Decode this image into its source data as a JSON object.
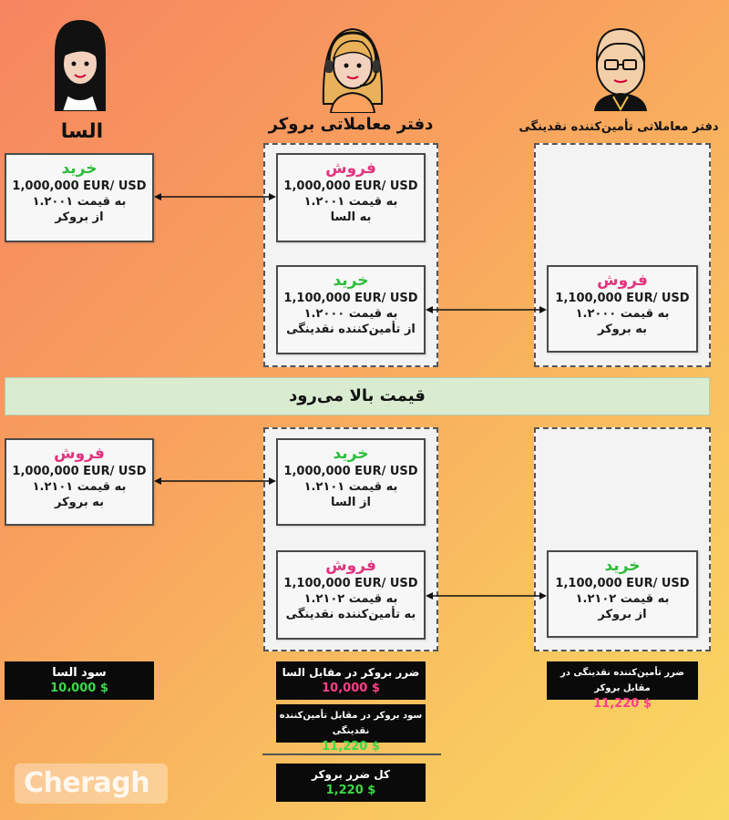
{
  "titles": {
    "elsa": "السا",
    "broker": "دفتر معاملاتی بروکر",
    "lp": "دفتر معاملاتی تأمین‌کننده نقدینگی"
  },
  "top": {
    "elsa_card": {
      "action": "خرید",
      "line1": "1,000,000 EUR/ USD",
      "line2": "به قیمت ۱.۲۰۰۱",
      "line3": "از بروکر"
    },
    "broker_card1": {
      "action": "فروش",
      "line1": "1,000,000 EUR/ USD",
      "line2": "به قیمت ۱.۲۰۰۱",
      "line3": "به السا"
    },
    "broker_card2": {
      "action": "خرید",
      "line1": "1,100,000 EUR/ USD",
      "line2": "به قیمت ۱.۲۰۰۰",
      "line3": "از تأمین‌کننده نقدینگی"
    },
    "lp_card": {
      "action": "فروش",
      "line1": "1,100,000 EUR/ USD",
      "line2": "به قیمت ۱.۲۰۰۰",
      "line3": "به بروکر"
    }
  },
  "band": "قیمت بالا می‌رود",
  "bottom": {
    "elsa_card": {
      "action": "فروش",
      "line1": "1,000,000 EUR/ USD",
      "line2": "به قیمت ۱.۲۱۰۱",
      "line3": "به بروکر"
    },
    "broker_card1": {
      "action": "خرید",
      "line1": "1,000,000 EUR/ USD",
      "line2": "به قیمت ۱.۲۱۰۱",
      "line3": "از السا"
    },
    "broker_card2": {
      "action": "فروش",
      "line1": "1,100,000 EUR/ USD",
      "line2": "به قیمت ۱.۲۱۰۲",
      "line3": "به تأمین‌کننده نقدینگی"
    },
    "lp_card": {
      "action": "خرید",
      "line1": "1,100,000 EUR/ USD",
      "line2": "به قیمت ۱.۲۱۰۲",
      "line3": "از بروکر"
    }
  },
  "results": {
    "elsa_profit": {
      "title": "سود السا",
      "value": "10،000 $"
    },
    "broker_loss_vs_elsa": {
      "title": "ضرر بروکر در مقابل السا",
      "value": "10,000 $"
    },
    "broker_profit_vs_lp": {
      "title": "سود بروکر در مقابل تأمین‌کننده نقدینگی",
      "value": "11,220 $"
    },
    "broker_total_loss": {
      "title": "کل ضرر بروکر",
      "value": "1,220 $"
    },
    "lp_loss_vs_broker": {
      "title": "ضرر تأمین‌کننده نقدینگی در مقابل بروکر",
      "value": "11,220 $"
    }
  },
  "logo": "Cheragh",
  "colors": {
    "buy": "#2dbd3a",
    "sell": "#e0357f",
    "band": "#d9ecd0"
  }
}
